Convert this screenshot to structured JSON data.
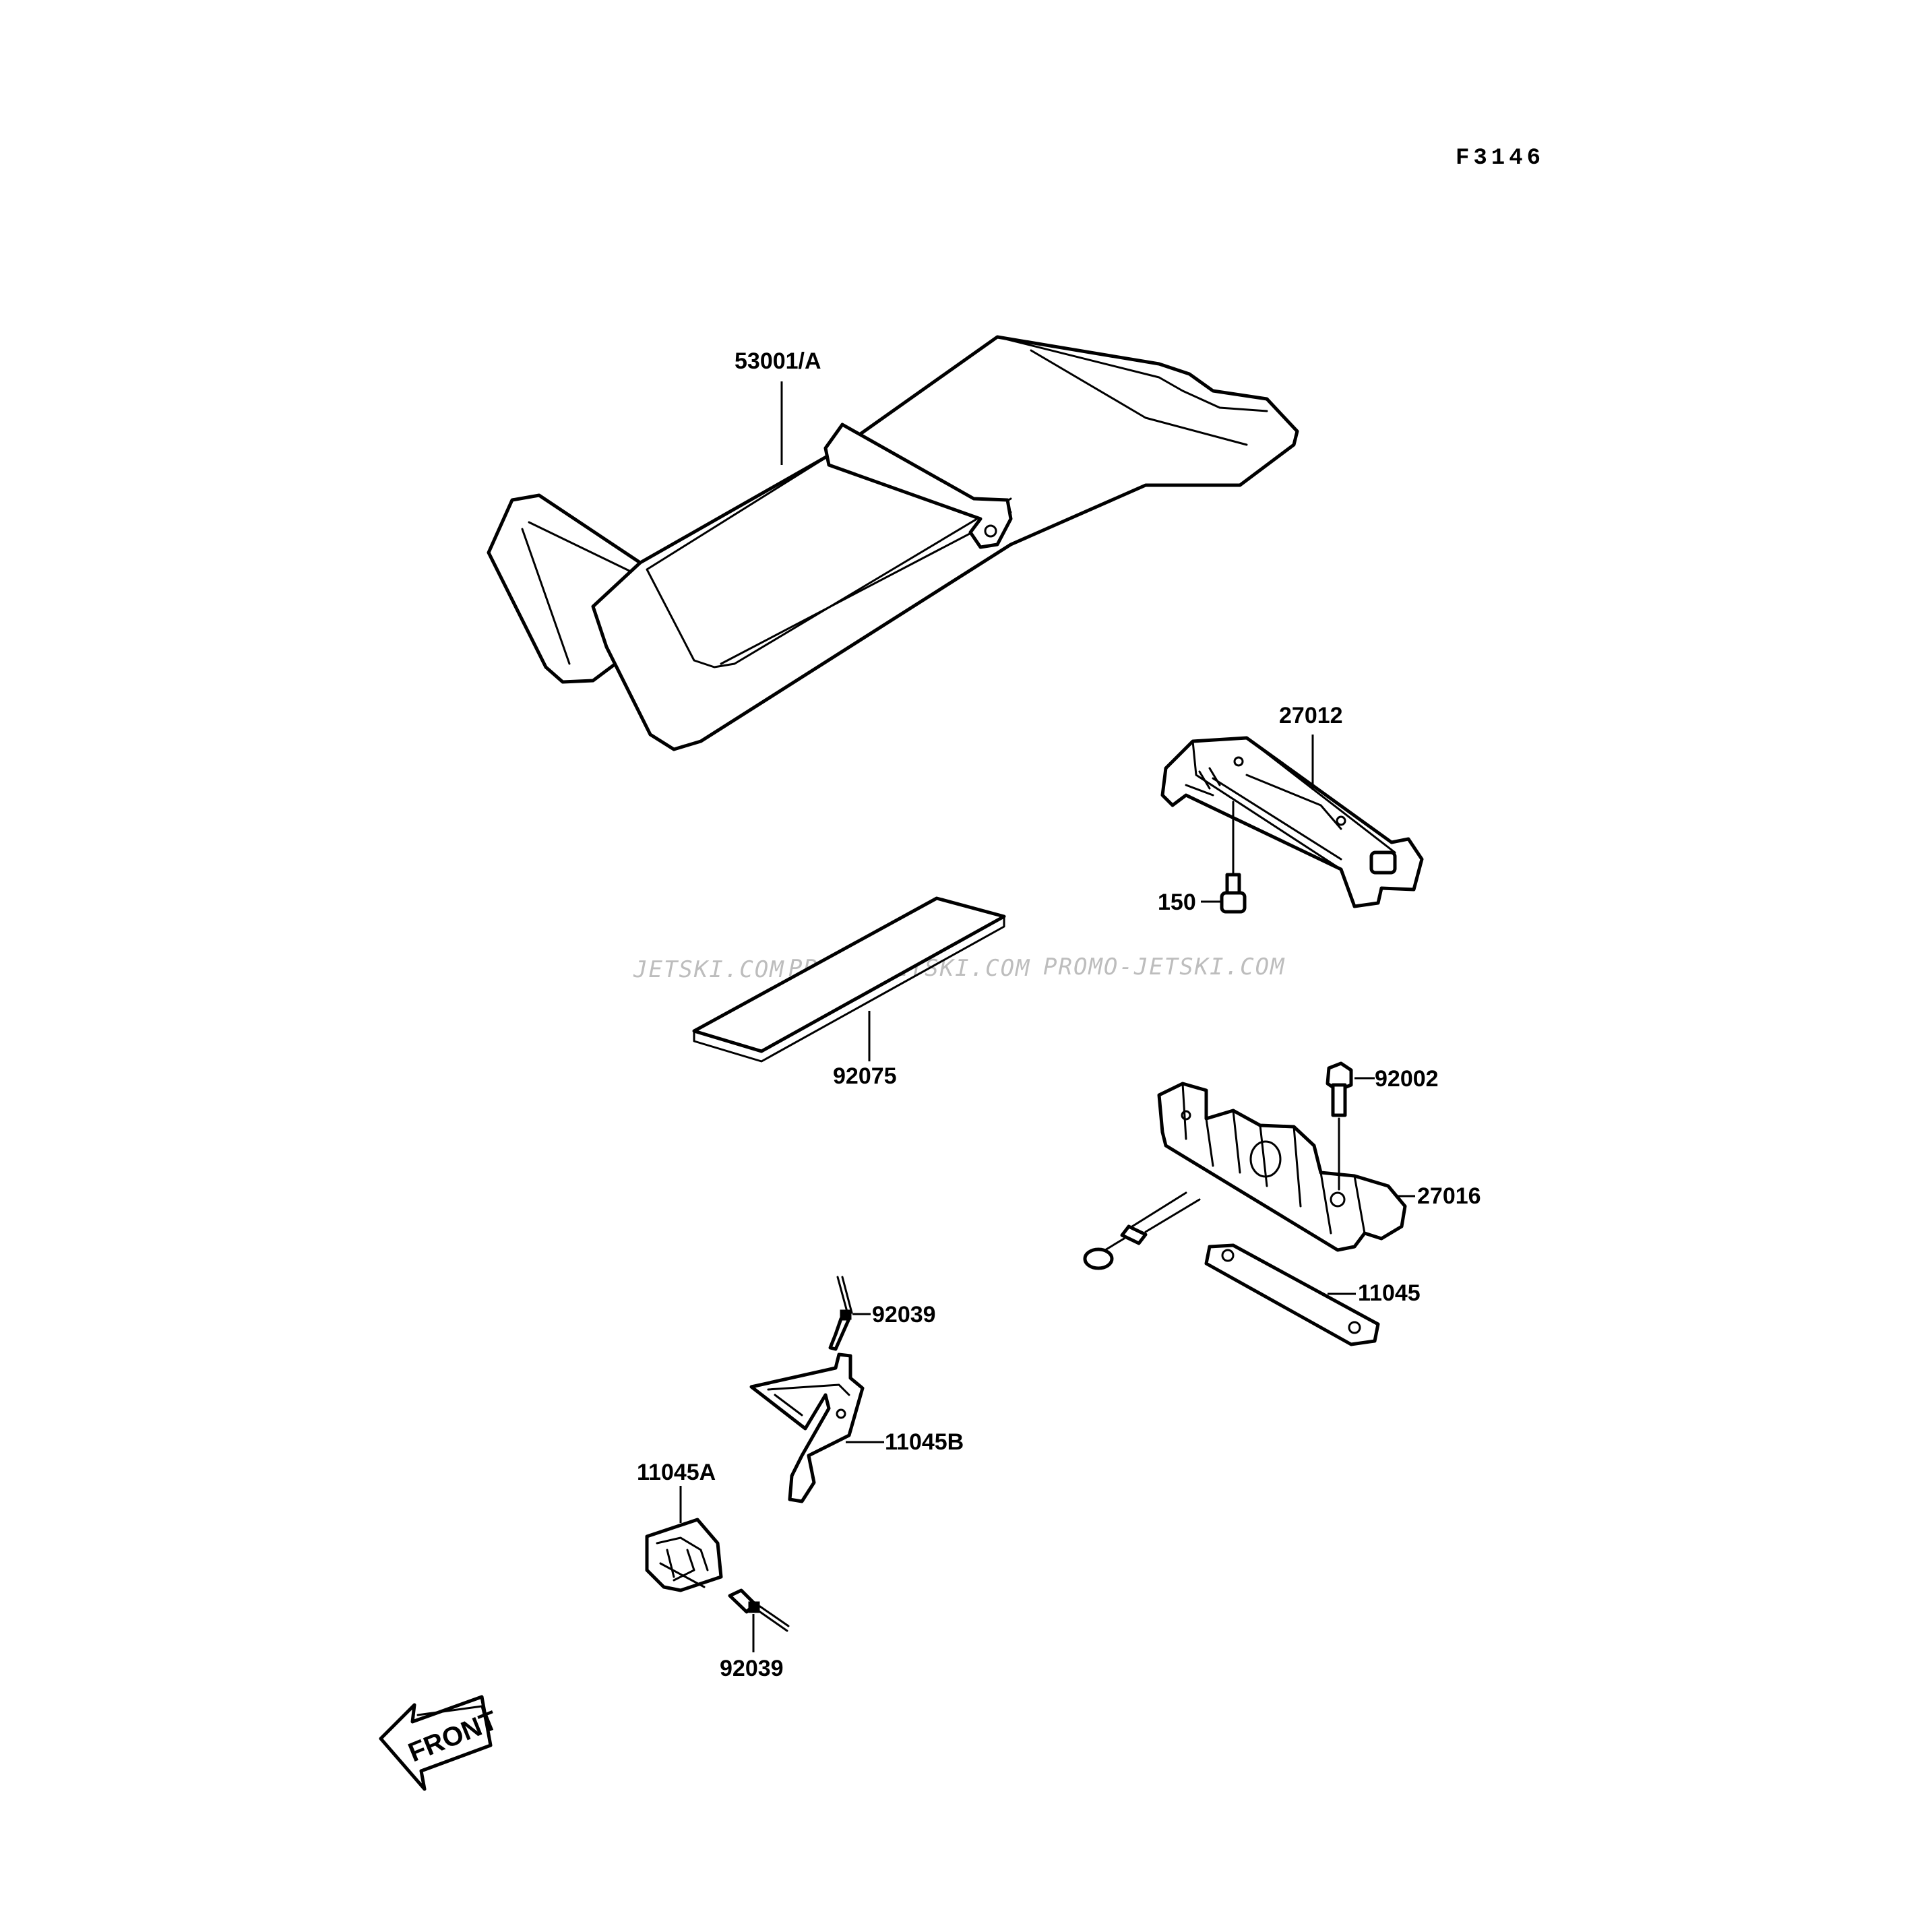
{
  "figure_code": "F3146",
  "watermarks": [
    "JETSKI.COM",
    "PROMO-JETSKI.COM",
    "PROMO-JETSKI.COM"
  ],
  "front_label": "FRONT",
  "labels": {
    "seat": "53001/A",
    "latch_upper": "27012",
    "bolt_150": "150",
    "pad": "92075",
    "bolt_92002": "92002",
    "latch_lower": "27016",
    "plate_11045": "11045",
    "rivet_upper": "92039",
    "bracket_b": "11045B",
    "holder_a": "11045A",
    "rivet_lower": "92039"
  }
}
